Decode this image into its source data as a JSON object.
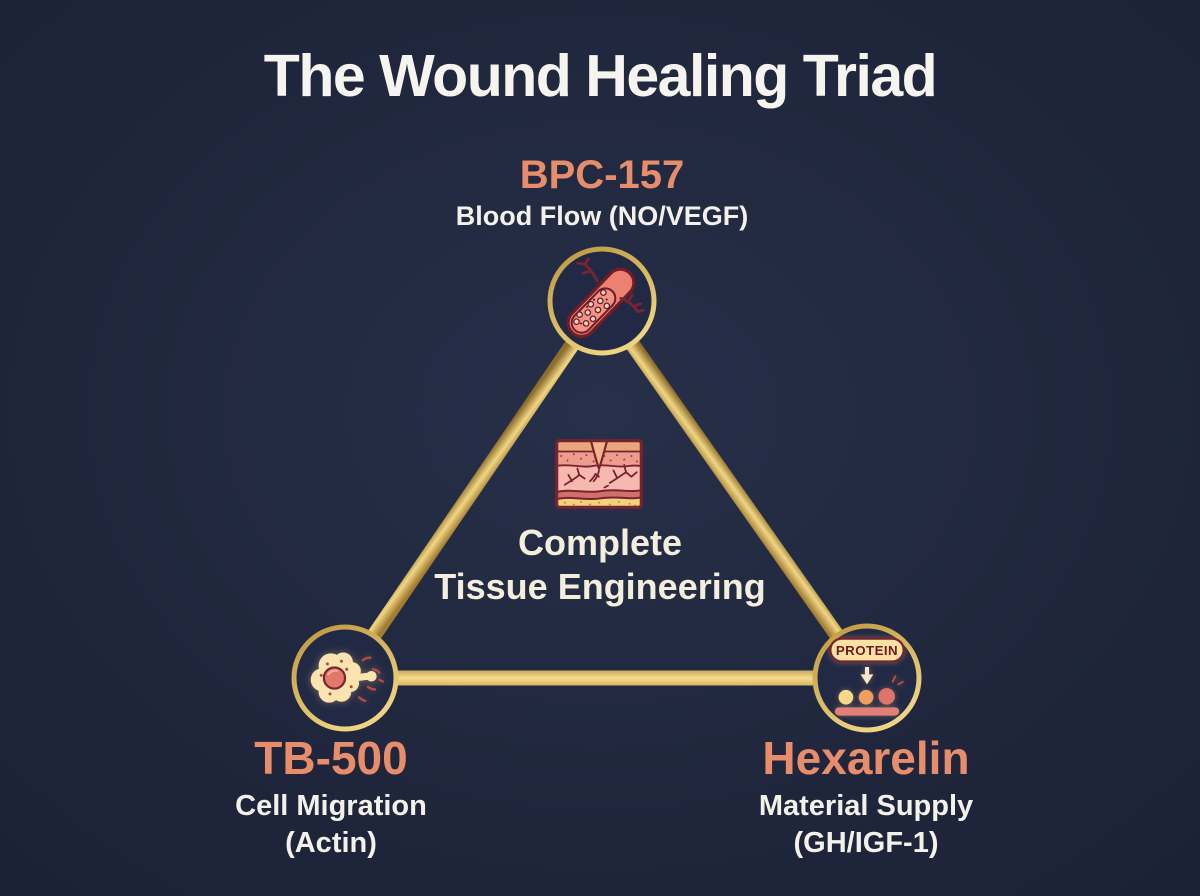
{
  "title": "The Wound Healing Triad",
  "center": {
    "line1": "Complete",
    "line2": "Tissue Engineering",
    "icon": "wound-skin-cross-section-icon"
  },
  "nodes": {
    "top": {
      "name": "BPC-157",
      "subtitle": "Blood Flow (NO/VEGF)",
      "icon": "blood-vessel-icon"
    },
    "bottom_left": {
      "name": "TB-500",
      "subtitle1": "Cell Migration",
      "subtitle2": "(Actin)",
      "icon": "migrating-cell-icon"
    },
    "bottom_right": {
      "name": "Hexarelin",
      "subtitle1": "Material Supply",
      "subtitle2": "(GH/IGF-1)",
      "icon": "protein-supply-icon",
      "icon_label": "PROTEIN"
    }
  },
  "colors": {
    "background": "#1e2438",
    "peptide_accent": "#e78d6c",
    "text_light": "#f3f1ea",
    "center_text": "#f4eedd",
    "gold_light": "#f5dc8c",
    "gold_dark": "#9a7530",
    "icon_red": "#ec8072",
    "icon_cream": "#f9e3af",
    "icon_yellow": "#f1d37e"
  }
}
